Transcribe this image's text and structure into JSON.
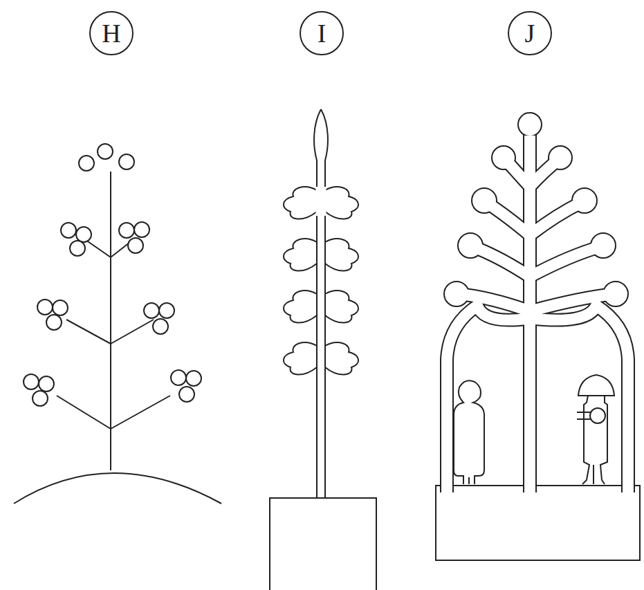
{
  "diagram": {
    "nodes": [
      {
        "text": [
          "H"
        ]
      },
      {
        "text": [
          "I"
        ]
      },
      {
        "text": [
          "J"
        ]
      }
    ]
  }
}
